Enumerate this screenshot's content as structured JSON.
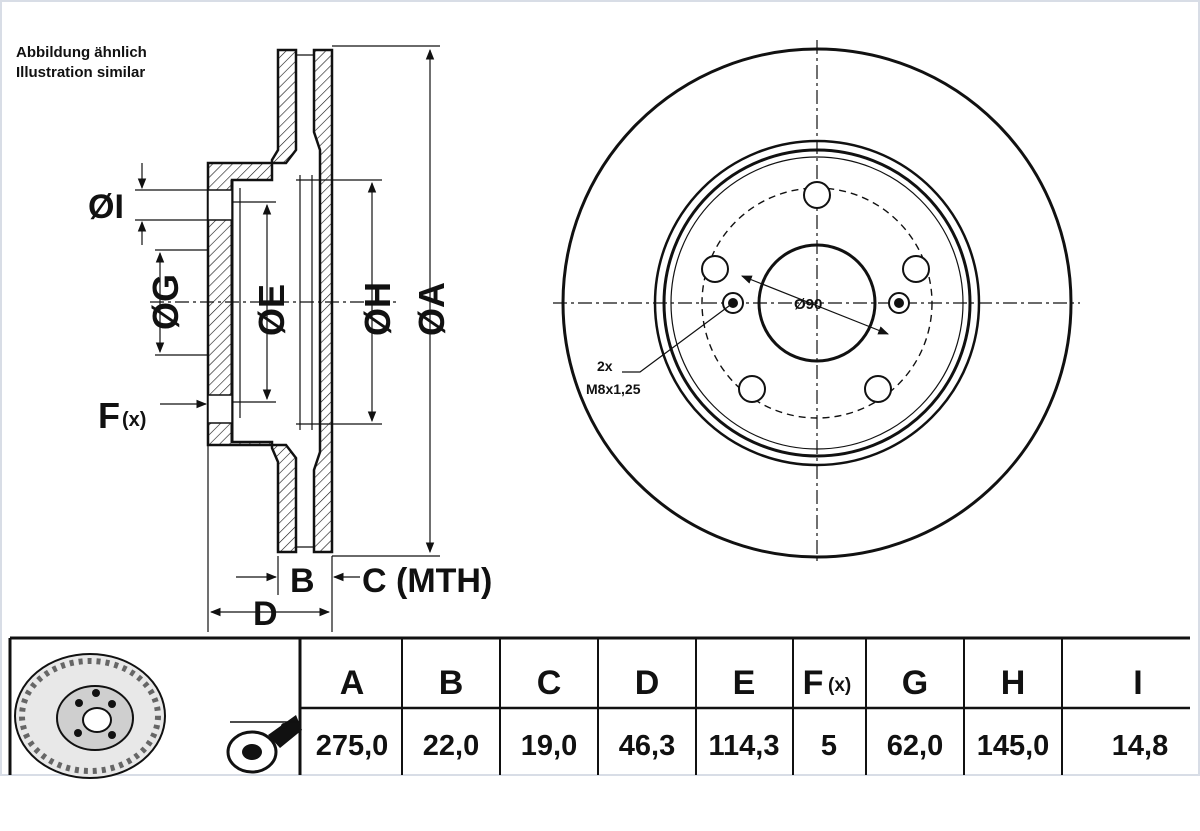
{
  "notes": {
    "line1": "Abbildung ähnlich",
    "line2": "Illustration similar"
  },
  "side_view": {
    "dim_I": "ØI",
    "dim_G": "ØG",
    "dim_E": "ØE",
    "dim_H": "ØH",
    "dim_A": "ØA",
    "dim_F": "F",
    "dim_F_suffix": "(x)",
    "dim_B": "B",
    "dim_C": "C (MTH)",
    "dim_D": "D"
  },
  "front_view": {
    "center_bore": "Ø90",
    "thread_count": "2x",
    "thread_spec": "M8x1,25"
  },
  "table": {
    "headers": [
      "A",
      "B",
      "C",
      "D",
      "E",
      "F",
      "G",
      "H",
      "I"
    ],
    "header_F_suffix": "(x)",
    "values": [
      "275,0",
      "22,0",
      "19,0",
      "46,3",
      "114,3",
      "5",
      "62,0",
      "145,0",
      "14,8"
    ]
  },
  "colors": {
    "line": "#111111",
    "background": "#ffffff",
    "frame": "#d8dde6"
  }
}
